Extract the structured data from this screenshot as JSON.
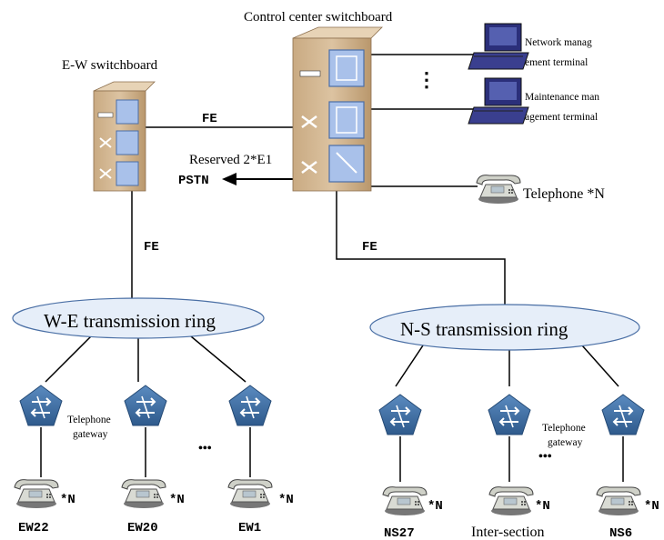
{
  "switchboards": {
    "control_center": "Control center switchboard",
    "ew": "E-W switchboard"
  },
  "terminals": {
    "network_mgmt_line1": "Network manag",
    "network_mgmt_line2": "ement terminal",
    "maintenance_line1": "Maintenance man",
    "maintenance_line2": "agement terminal",
    "vertical_ellipsis": "⋮"
  },
  "links": {
    "fe_top": "FE",
    "fe_ew_down": "FE",
    "fe_cc_down": "FE",
    "reserved": "Reserved 2*E1",
    "pstn": "PSTN",
    "telephone_n": "Telephone *N"
  },
  "rings": {
    "we": "W-E transmission ring",
    "ns": "N-S transmission ring"
  },
  "gateways": {
    "left_line1": "Telephone",
    "left_line2": "gateway",
    "right_line1": "Telephone",
    "right_line2": "gateway",
    "left_dots": "•••",
    "right_dots": "•••"
  },
  "phones": [
    {
      "label": "EW22",
      "count": "*N"
    },
    {
      "label": "EW20",
      "count": "*N"
    },
    {
      "label": "EW1",
      "count": "*N"
    },
    {
      "label": "NS27",
      "count": "*N"
    },
    {
      "label": "Inter-section",
      "count": "*N"
    },
    {
      "label": "NS6",
      "count": "*N"
    }
  ],
  "colors": {
    "rack": "#d4b896",
    "rack_dark": "#b89a74",
    "module": "#9ab4e0",
    "ring_fill": "#e8f0fa",
    "ring_stroke": "#4a6fa5",
    "switch_fill": "#3f6fa3",
    "pc": "#2b2f7a"
  }
}
